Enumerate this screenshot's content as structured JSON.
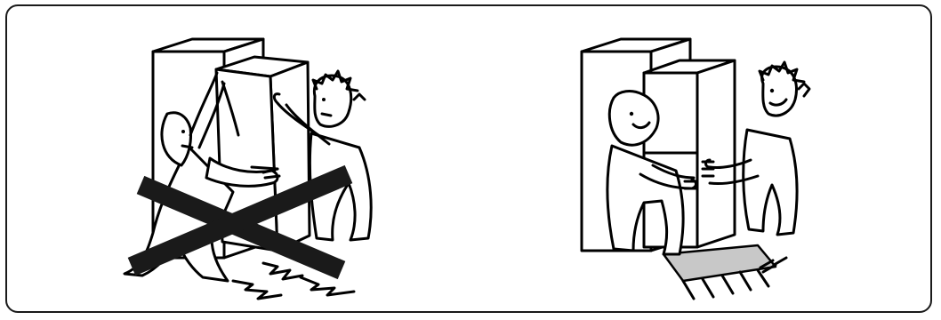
{
  "illustration": {
    "panels": [
      {
        "id": "incorrect",
        "verdict": "wrong",
        "marker": "cross-mark"
      },
      {
        "id": "correct",
        "verdict": "right",
        "marker": "floor-protection-mat"
      }
    ],
    "colors": {
      "line": "#000000",
      "background": "#ffffff",
      "mat": "#c8c8c8",
      "cross": "#1a1a1a"
    }
  }
}
